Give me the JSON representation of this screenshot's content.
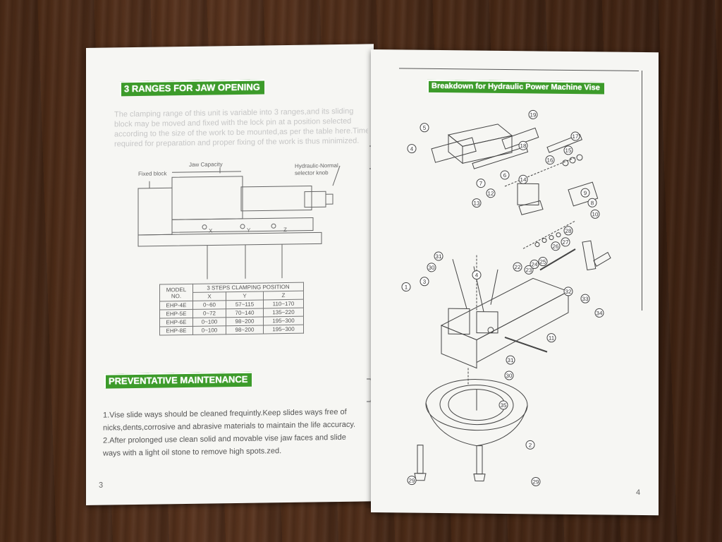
{
  "left_page": {
    "banner_title": "3 RANGES FOR JAW OPENING",
    "intro_lines": [
      "The clamping range of this unit is variable into 3 ranges,and its sliding",
      "block may be moved and fixed with the lock pin at a position selected",
      "according to the size of the work to be mounted,as per the table here.Time",
      "required for preparation and proper fixing of the work is thus minimized."
    ],
    "diagram_labels": {
      "fixed_block": "Fixed block",
      "jaw_capacity": "Jaw Capacity",
      "selector_knob_line1": "Hydraulic-Normal",
      "selector_knob_line2": "selector knob",
      "x": "X",
      "y": "Y",
      "z": "Z"
    },
    "table": {
      "header_model": "MODEL",
      "header_no": "NO.",
      "header_steps": "3 STEPS CLAMPING POSITION",
      "cols": [
        "X",
        "Y",
        "Z"
      ],
      "rows": [
        {
          "model": "EHP-4E",
          "x": "0~60",
          "y": "57~115",
          "z": "110~170"
        },
        {
          "model": "EHP-5E",
          "x": "0~72",
          "y": "70~140",
          "z": "135~220"
        },
        {
          "model": "EHP-6E",
          "x": "0~100",
          "y": "98~200",
          "z": "195~300"
        },
        {
          "model": "EHP-8E",
          "x": "0~100",
          "y": "98~200",
          "z": "195~300"
        }
      ]
    },
    "maintenance_title": "PREVENTATIVE MAINTENANCE",
    "maintenance_lines": [
      "1.Vise slide ways should be cleaned frequintly.Keep slides ways free of",
      "nicks,dents,corrosive and abrasive materials to maintain the life accuracy.",
      "2.After prolonged use clean solid and movable vise jaw faces and slide",
      "ways with a light oil stone to remove high spots.zed."
    ],
    "page_number": "3"
  },
  "right_page": {
    "banner_title": "Breakdown for Hydraulic Power Machine Vise",
    "part_numbers": [
      "19",
      "18",
      "5",
      "17",
      "4",
      "16",
      "15",
      "6",
      "7",
      "14",
      "12",
      "13",
      "9",
      "8",
      "10",
      "28",
      "26",
      "27",
      "22",
      "23",
      "24",
      "25",
      "31",
      "30",
      "3",
      "4",
      "1",
      "33",
      "34",
      "32",
      "11",
      "31",
      "30",
      "35",
      "2",
      "29",
      "29"
    ],
    "page_number": "4"
  },
  "colors": {
    "banner_green": "#3c9b2a",
    "paper": "#f6f6f3",
    "wood": "#4a2a17"
  }
}
